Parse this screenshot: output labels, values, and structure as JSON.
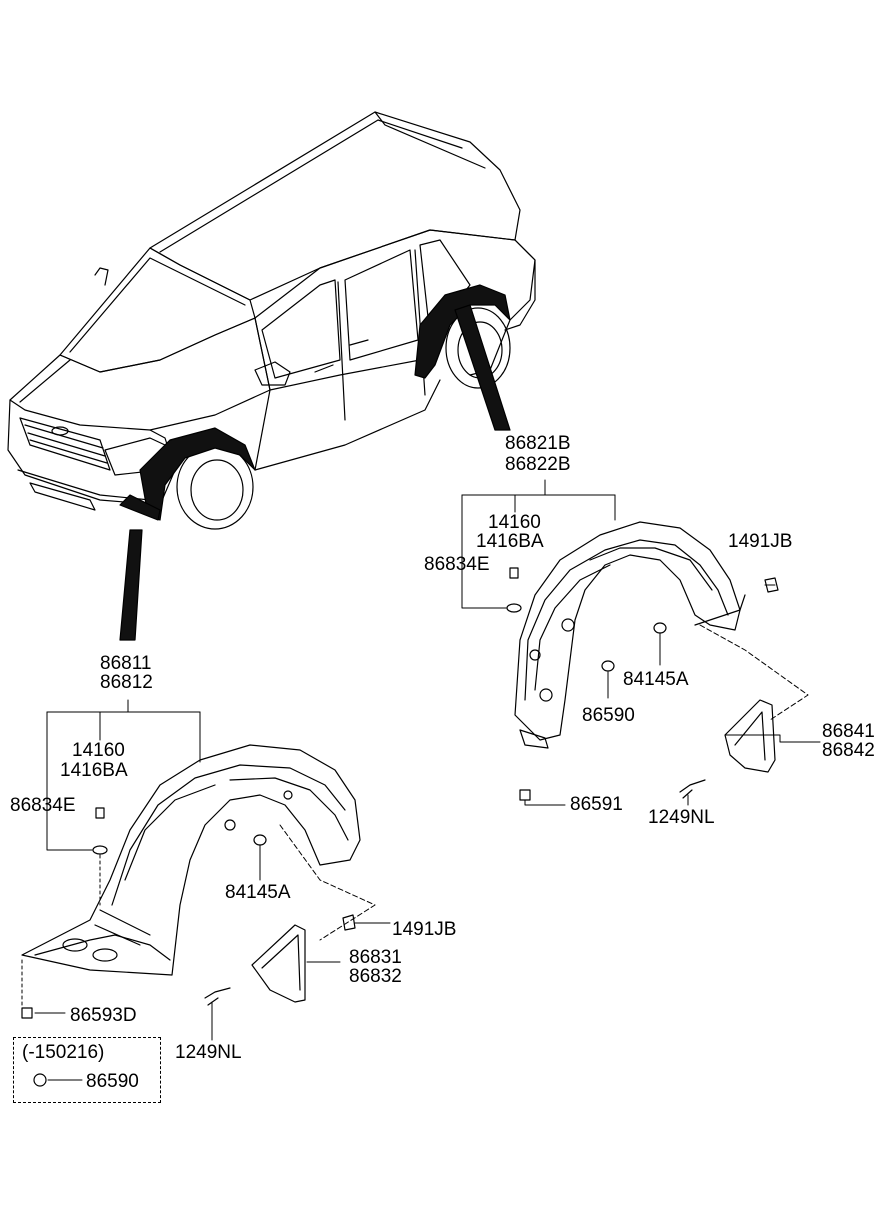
{
  "callouts": {
    "rear_group_line1": "86821B",
    "rear_group_line2": "86822B",
    "rear_clip_line1": "14160",
    "rear_clip_line2": "1416BA",
    "rear_washer": "86834E",
    "rear_retainer": "1491JB",
    "rear_nut": "84145A",
    "rear_screw_small": "86590",
    "rear_flap_line1": "86841",
    "rear_flap_line2": "86842",
    "rear_bolt_bottom": "86591",
    "rear_flap_bolt": "1249NL",
    "front_group_line1": "86811",
    "front_group_line2": "86812",
    "front_clip_line1": "14160",
    "front_clip_line2": "1416BA",
    "front_washer": "86834E",
    "front_nut": "84145A",
    "front_retainer": "1491JB",
    "front_flap_line1": "86831",
    "front_flap_line2": "86832",
    "front_screw": "86593D",
    "front_flap_bolt": "1249NL",
    "note_date": "(-150216)",
    "note_part": "86590"
  }
}
